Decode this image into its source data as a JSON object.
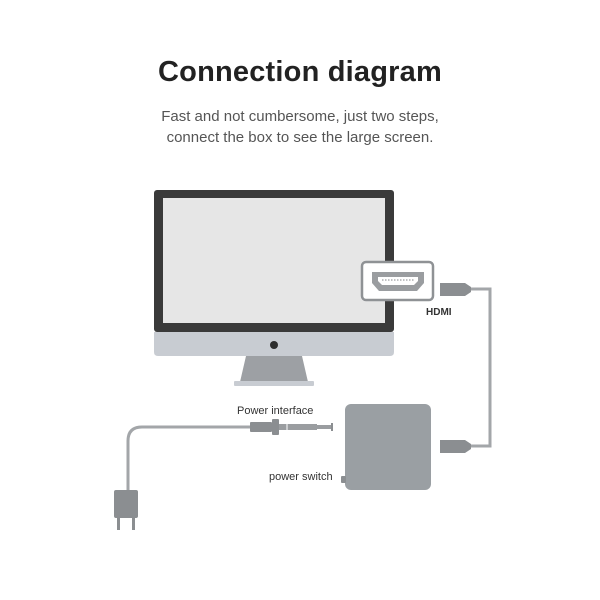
{
  "header": {
    "title": "Connection diagram",
    "subtitle_line1": "Fast and not cumbersome, just two steps,",
    "subtitle_line2": "connect the box to see the large screen."
  },
  "labels": {
    "hdmi": "HDMI",
    "power_interface": "Power interface",
    "power_switch": "power switch"
  },
  "colors": {
    "monitor_bezel": "#3a3a3a",
    "screen": "#e6e6e6",
    "chin": "#c8ccd2",
    "stand": "#9da0a4",
    "box": "#9a9fa3",
    "cable": "#a3a6a9",
    "plug": "#8b8e91"
  }
}
